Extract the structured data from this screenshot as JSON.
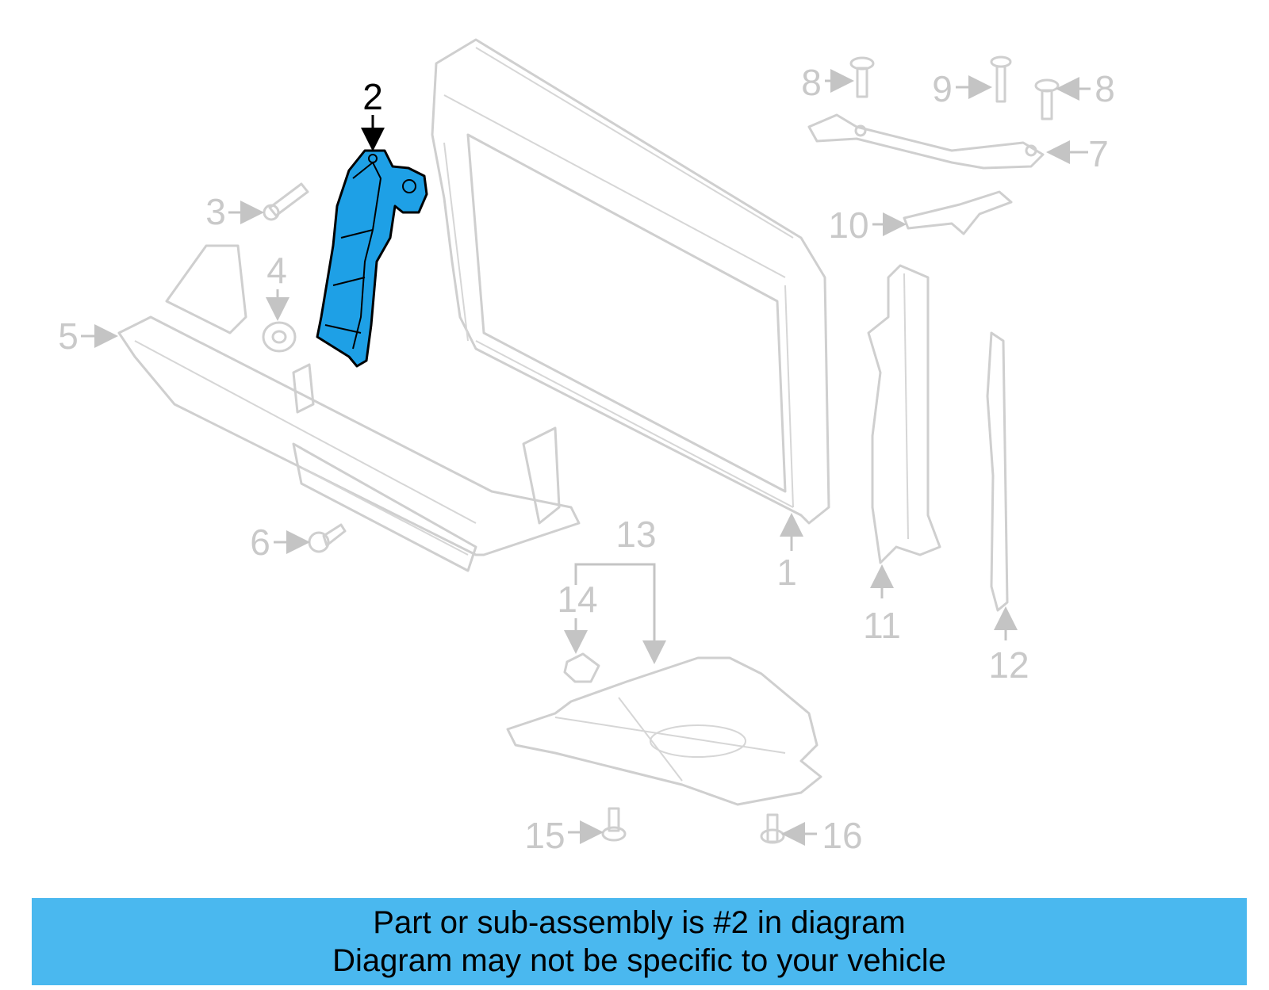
{
  "diagram": {
    "highlighted_part": "2",
    "highlight_color": "#1ea0e6",
    "ghost_color": "#cfcfcf",
    "callouts": [
      {
        "id": "1",
        "label": "1"
      },
      {
        "id": "2",
        "label": "2"
      },
      {
        "id": "3",
        "label": "3"
      },
      {
        "id": "4",
        "label": "4"
      },
      {
        "id": "5",
        "label": "5"
      },
      {
        "id": "6",
        "label": "6"
      },
      {
        "id": "7",
        "label": "7"
      },
      {
        "id": "8a",
        "label": "8"
      },
      {
        "id": "8b",
        "label": "8"
      },
      {
        "id": "9",
        "label": "9"
      },
      {
        "id": "10",
        "label": "10"
      },
      {
        "id": "11",
        "label": "11"
      },
      {
        "id": "12",
        "label": "12"
      },
      {
        "id": "13",
        "label": "13"
      },
      {
        "id": "14",
        "label": "14"
      },
      {
        "id": "15",
        "label": "15"
      },
      {
        "id": "16",
        "label": "16"
      }
    ]
  },
  "banner": {
    "line1": "Part or sub-assembly is #2 in diagram",
    "line2": "Diagram may not be specific to your vehicle",
    "background": "#4ab8ef"
  }
}
